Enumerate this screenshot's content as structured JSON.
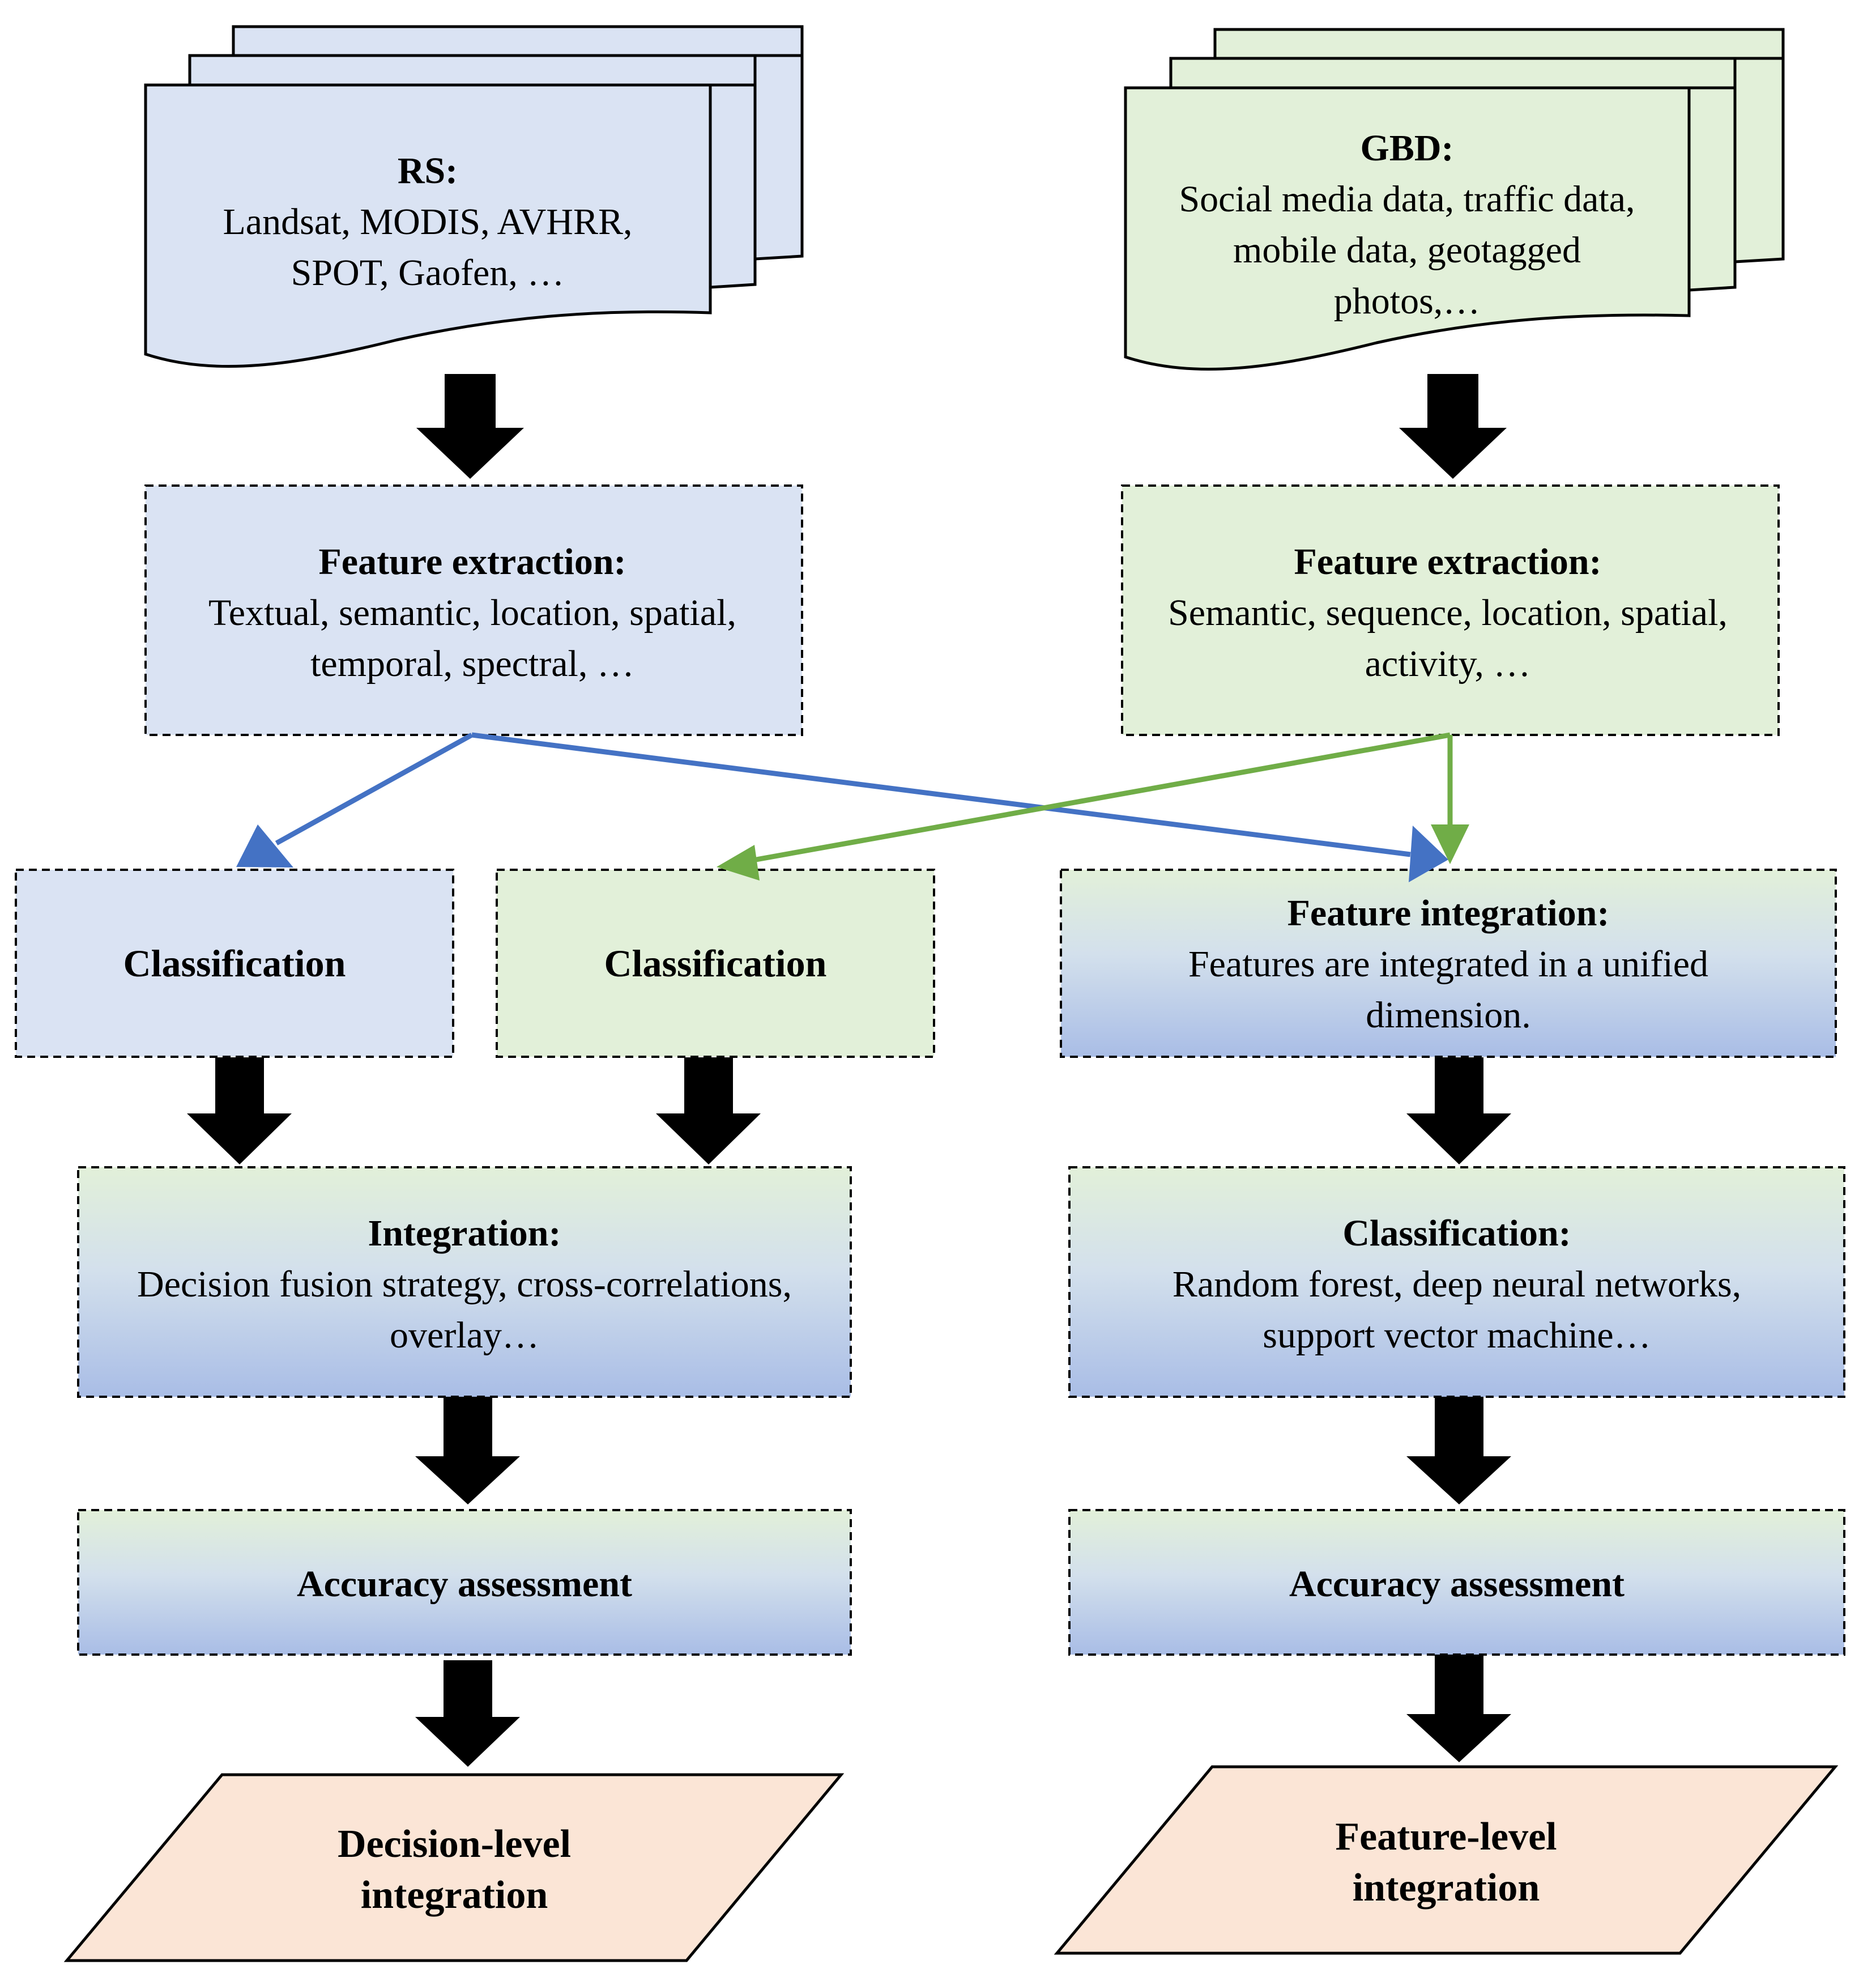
{
  "rs_source": {
    "title": "RS:",
    "lines": [
      "Landsat, MODIS, AVHRR,",
      "SPOT, Gaofen, …"
    ]
  },
  "gbd_source": {
    "title": "GBD:",
    "lines": [
      "Social media data, traffic data,",
      "mobile data, geotagged",
      "photos,…"
    ]
  },
  "rs_feature_extraction": {
    "title": "Feature extraction:",
    "lines": [
      "Textual, semantic, location, spatial,",
      "temporal, spectral, …"
    ]
  },
  "gbd_feature_extraction": {
    "title": "Feature extraction:",
    "lines": [
      "Semantic, sequence, location, spatial,",
      "activity, …"
    ]
  },
  "rs_classification": {
    "title": "Classification"
  },
  "gbd_classification": {
    "title": "Classification"
  },
  "feature_integration": {
    "title": "Feature integration:",
    "lines": [
      "Features are integrated in a unified",
      "dimension."
    ]
  },
  "decision_integration": {
    "title": "Integration:",
    "lines": [
      "Decision fusion strategy, cross-correlations,",
      "overlay…"
    ]
  },
  "feature_classification": {
    "title": "Classification:",
    "lines": [
      "Random forest, deep neural networks,",
      "support vector machine…"
    ]
  },
  "decision_accuracy": {
    "title": "Accuracy assessment"
  },
  "feature_accuracy": {
    "title": "Accuracy assessment"
  },
  "decision_output": {
    "lines": [
      "Decision-level",
      "integration"
    ]
  },
  "feature_output": {
    "lines": [
      "Feature-level",
      "integration"
    ]
  },
  "colors": {
    "rs_fill": "#dae3f3",
    "gbd_fill": "#e2f0d9",
    "gradient_top": "#e2f0d9",
    "gradient_bottom": "#a9bde6",
    "output_fill": "#fbe5d6",
    "rs_arrow": "#4472c4",
    "gbd_arrow": "#70ad47",
    "flow_arrow": "#000000"
  }
}
